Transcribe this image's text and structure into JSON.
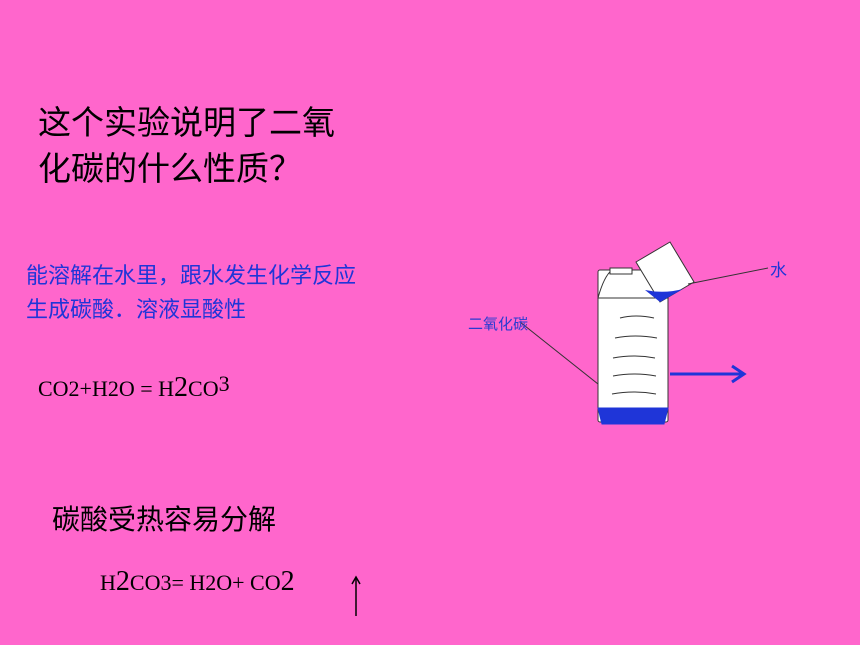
{
  "question": {
    "line1": "这个实验说明了二氧",
    "line2": "化碳的什么性质？"
  },
  "answer": {
    "text": "能溶解在水里，跟水发生化学反应生成碳酸．溶液显酸性"
  },
  "equation1": {
    "part_a": "CO2+H2O  =  H",
    "sub_2": "2",
    "part_b": "CO",
    "sub_3": "3"
  },
  "decomposition_title": "碳酸受热容易分解",
  "equation2": {
    "part_a": "H",
    "sub_2": "2",
    "part_b": "CO3= H2O+ CO",
    "sub_2b": "2"
  },
  "figure": {
    "label_co2": "二氧化碳",
    "label_water": "水",
    "colors": {
      "background": "#ff66cc",
      "bottle": "#ffffff",
      "water": "#1f35d8",
      "arrow": "#1f35d8"
    }
  }
}
